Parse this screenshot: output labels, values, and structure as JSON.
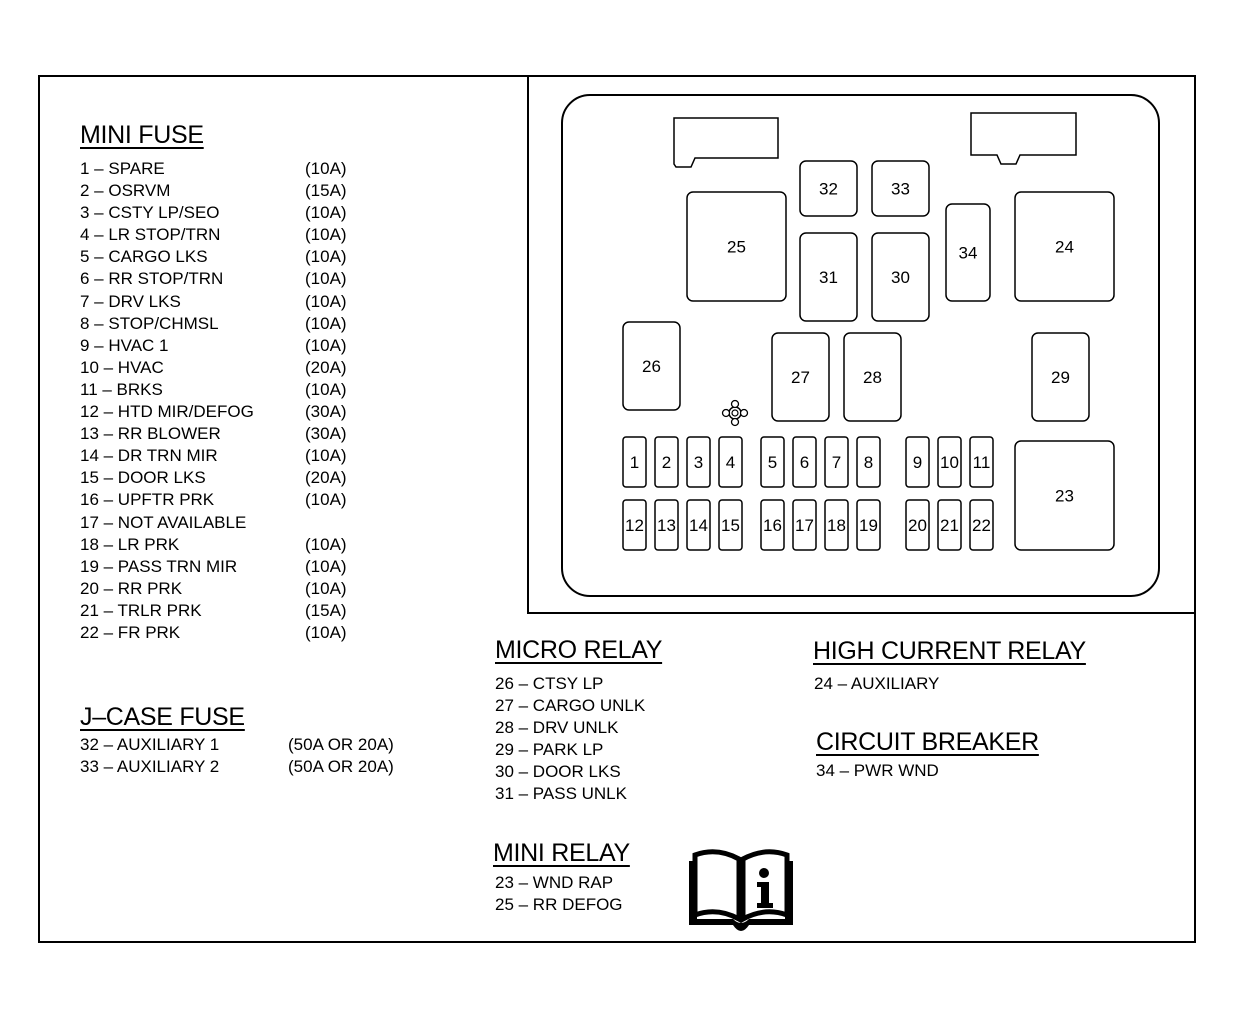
{
  "mini_fuse": {
    "title": "MINI FUSE",
    "items": [
      {
        "label": "1  – SPARE",
        "amp": "(10A)"
      },
      {
        "label": "2  – OSRVM",
        "amp": "(15A)"
      },
      {
        "label": "3  – CSTY LP/SEO",
        "amp": "(10A)"
      },
      {
        "label": "4  – LR STOP/TRN",
        "amp": "(10A)"
      },
      {
        "label": "5  – CARGO LKS",
        "amp": "(10A)"
      },
      {
        "label": "6  – RR STOP/TRN",
        "amp": "(10A)"
      },
      {
        "label": "7  – DRV LKS",
        "amp": "(10A)"
      },
      {
        "label": "8  – STOP/CHMSL",
        "amp": "(10A)"
      },
      {
        "label": "9  – HVAC 1",
        "amp": "(10A)"
      },
      {
        "label": "10 – HVAC",
        "amp": "(20A)"
      },
      {
        "label": "11 – BRKS",
        "amp": "(10A)"
      },
      {
        "label": "12 – HTD MIR/DEFOG",
        "amp": "(30A)"
      },
      {
        "label": "13 – RR BLOWER",
        "amp": "(30A)"
      },
      {
        "label": "14 – DR TRN MIR",
        "amp": "(10A)"
      },
      {
        "label": "15 – DOOR LKS",
        "amp": "(20A)"
      },
      {
        "label": "16 – UPFTR PRK",
        "amp": "(10A)"
      },
      {
        "label": "17 – NOT AVAILABLE",
        "amp": ""
      },
      {
        "label": "18 – LR PRK",
        "amp": "(10A)"
      },
      {
        "label": "19 – PASS TRN MIR",
        "amp": "(10A)"
      },
      {
        "label": "20 – RR PRK",
        "amp": "(10A)"
      },
      {
        "label": "21 – TRLR PRK",
        "amp": "(15A)"
      },
      {
        "label": "22 – FR PRK",
        "amp": "(10A)"
      }
    ]
  },
  "j_case_fuse": {
    "title": "J–CASE FUSE",
    "items": [
      {
        "label": "32 – AUXILIARY 1",
        "amp": "(50A OR 20A)"
      },
      {
        "label": "33 – AUXILIARY 2",
        "amp": "(50A OR 20A)"
      }
    ]
  },
  "micro_relay": {
    "title": "MICRO RELAY",
    "items": [
      "26 – CTSY LP",
      "27 – CARGO UNLK",
      "28 – DRV UNLK",
      "29 – PARK LP",
      "30 – DOOR LKS",
      "31 – PASS UNLK"
    ]
  },
  "mini_relay": {
    "title": "MINI RELAY",
    "items": [
      "23 – WND RAP",
      "25 – RR DEFOG"
    ]
  },
  "high_current_relay": {
    "title": "HIGH CURRENT RELAY",
    "items": [
      "24 – AUXILIARY"
    ]
  },
  "circuit_breaker": {
    "title": "CIRCUIT BREAKER",
    "items": [
      "34 – PWR WND"
    ]
  },
  "fuse_block": {
    "slots": [
      "1",
      "2",
      "3",
      "4",
      "5",
      "6",
      "7",
      "8",
      "9",
      "10",
      "11",
      "12",
      "13",
      "14",
      "15",
      "16",
      "17",
      "18",
      "19",
      "20",
      "21",
      "22",
      "23",
      "24",
      "25",
      "26",
      "27",
      "28",
      "29",
      "30",
      "31",
      "32",
      "33",
      "34"
    ]
  },
  "icons": [
    "owner-manual-info-icon",
    "locating-stud-icon"
  ]
}
